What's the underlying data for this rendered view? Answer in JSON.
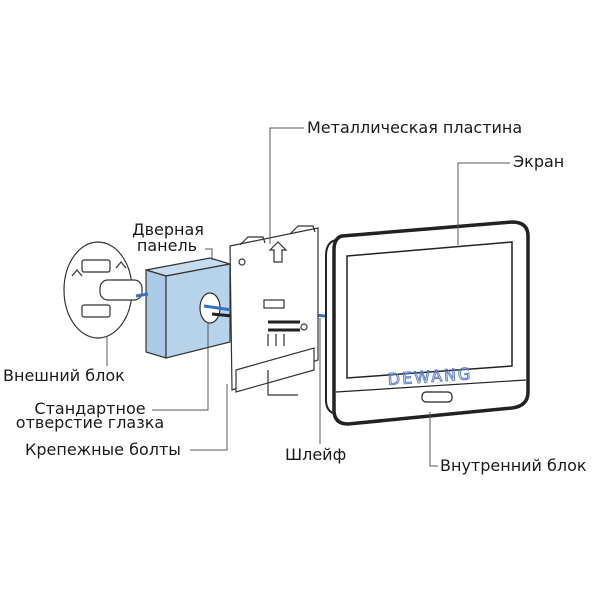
{
  "labels": {
    "metal_plate": "Металлическая пластина",
    "screen": "Экран",
    "door_panel_1": "Дверная",
    "door_panel_2": "панель",
    "outer_unit": "Внешний блок",
    "peephole_1": "Стандартное",
    "peephole_2": "отверстие глазка",
    "bolts": "Крепежные болты",
    "cable": "Шлейф",
    "inner_unit": "Внутренний блок"
  },
  "device": {
    "brand": "DEWANG",
    "plate_mark": "UP"
  },
  "colors": {
    "door": "#a9cbe6",
    "cable": "#3b6fc0",
    "brand": "#5b7fc8",
    "line": "#333333"
  }
}
